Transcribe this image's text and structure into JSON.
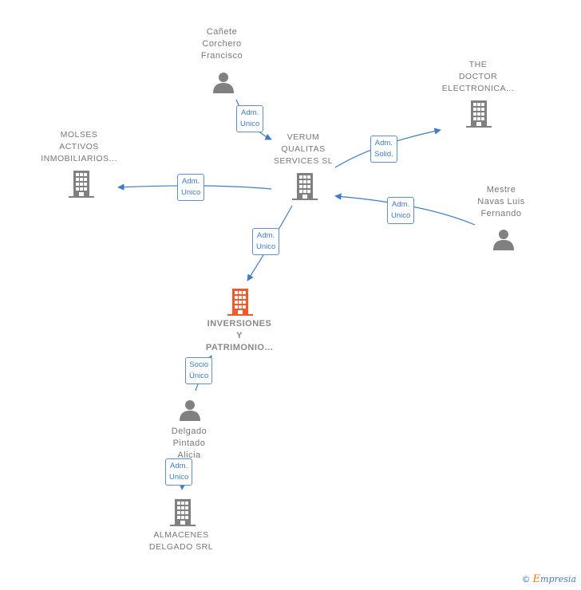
{
  "colors": {
    "edge": "#3f7bc6",
    "node_gray": "#808080",
    "node_main": "#f05a28"
  },
  "nodes": {
    "canete": {
      "label": "Cañete\nCorchero\nFrancisco",
      "icon": "person-icon"
    },
    "the_doctor": {
      "label": "THE\nDOCTOR\nELECTRONICA...",
      "icon": "building-icon"
    },
    "molses": {
      "label": "MOLSES\nACTIVOS\nINMOBILIARIOS...",
      "icon": "building-icon"
    },
    "verum": {
      "label": "VERUM\nQUALITAS\nSERVICES  SL",
      "icon": "building-icon"
    },
    "mestre": {
      "label": "Mestre\nNavas Luis\nFernando",
      "icon": "person-icon"
    },
    "inversiones": {
      "label": "INVERSIONES\nY\nPATRIMONIO...",
      "icon": "building-icon"
    },
    "delgado": {
      "label": "Delgado\nPintado\nAlicia",
      "icon": "person-icon"
    },
    "almacenes": {
      "label": "ALMACENES\nDELGADO SRL",
      "icon": "building-icon"
    }
  },
  "edges": {
    "canete_verum": "Adm.\nUnico",
    "verum_doctor": "Adm.\nSolid.",
    "verum_molses": "Adm.\nUnico",
    "mestre_verum": "Adm.\nUnico",
    "verum_inversiones": "Adm.\nUnico",
    "delgado_inversiones": "Socio\nÚnico",
    "delgado_almacenes": "Adm.\nUnico"
  },
  "brand": {
    "copyright": "©",
    "e": "E",
    "name": "mpresia"
  }
}
